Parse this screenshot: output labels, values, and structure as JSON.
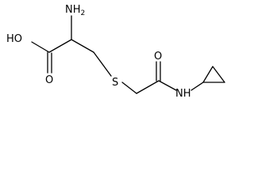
{
  "molecule": {
    "labels": {
      "amine_n": "NH",
      "amine_sub": "2",
      "hydroxyl": "HO",
      "sulfur": "S",
      "amide_nh": "NH",
      "carboxyl_o": "O",
      "amide_o": "O"
    }
  }
}
